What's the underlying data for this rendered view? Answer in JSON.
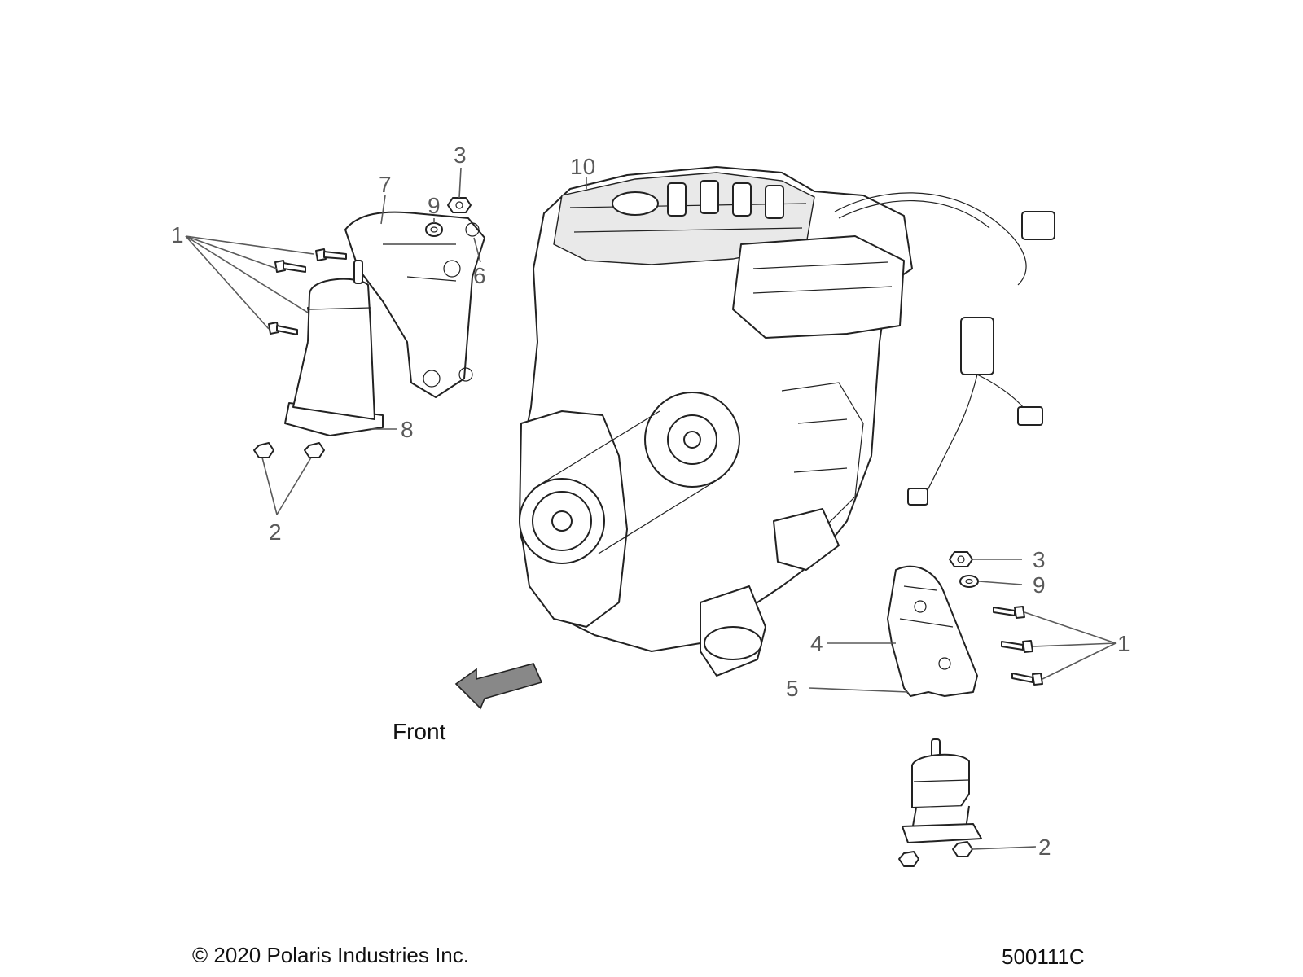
{
  "callouts": {
    "c1_left": "1",
    "c2_left": "2",
    "c3_top": "3",
    "c9_top": "9",
    "c6": "6",
    "c7": "7",
    "c8": "8",
    "c10": "10",
    "c3_right": "3",
    "c9_right": "9",
    "c1_right": "1",
    "c4": "4",
    "c5": "5",
    "c2_right": "2"
  },
  "front_label": "Front",
  "copyright": "© 2020 Polaris Industries Inc.",
  "diagram_code": "500111C",
  "colors": {
    "callout": "#5a5a5a",
    "line": "#222222",
    "arrow_fill": "#888888"
  }
}
